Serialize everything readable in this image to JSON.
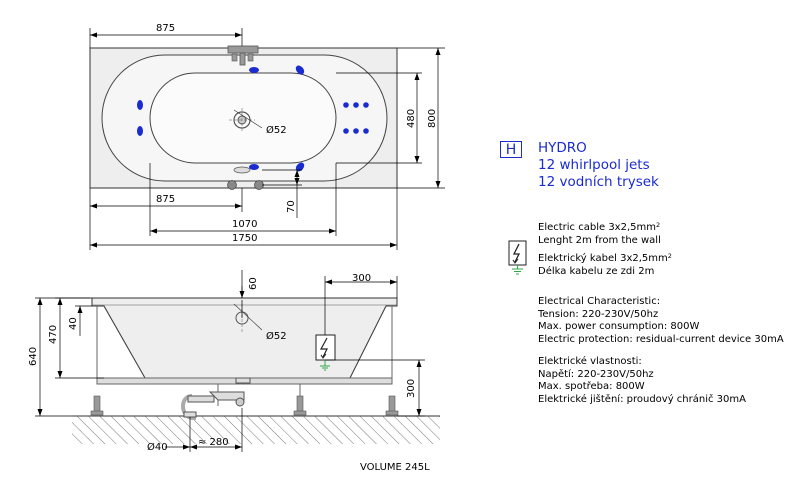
{
  "dimensions": {
    "top_875": "875",
    "bottom_875": "875",
    "d1070": "1070",
    "d1750": "1750",
    "d480": "480",
    "d800": "800",
    "d70": "70",
    "hole_top": "Ø52",
    "d60": "60",
    "d300_top": "300",
    "d470": "470",
    "d40": "40",
    "d640": "640",
    "hole_side": "Ø52",
    "d300_side": "300",
    "drain": "Ø40",
    "d280": "≈ 280"
  },
  "hydro": {
    "badge": "H",
    "title": "HYDRO",
    "jets_en": "12 whirlpool jets",
    "jets_cz": "12 vodních trysek"
  },
  "cable": {
    "line1": "Electric cable 3x2,5mm",
    "line1_sup": "2",
    "line2": "Lenght 2m from the wall",
    "line3": "Elektrický kabel 3x2,5mm",
    "line3_sup": "2",
    "line4": "Délka kabelu ze zdi 2m"
  },
  "electrical_en": {
    "heading": "Electrical Characteristic:",
    "tension": "Tension: 220-230V/50hz",
    "power": "Max. power consumption: 800W",
    "protection": "Electric protection: residual-current device 30mA"
  },
  "electrical_cz": {
    "heading": "Elektrické vlastnosti:",
    "tension": "Napětí: 220-230V/50hz",
    "power": "Max. spotřeba: 800W",
    "protection": "Elektrické jištění: proudový chránič 30mA"
  },
  "volume": "VOLUME 245L",
  "icons": [
    "jet-icon",
    "electric-hazard-icon",
    "ground-icon",
    "drain-icon",
    "faucet-icon",
    "support-leg-icon"
  ],
  "colors": {
    "jets": "#1a2bd0",
    "grounding": "#2ea84a",
    "outline": "#222222",
    "fill": "#efefef"
  }
}
